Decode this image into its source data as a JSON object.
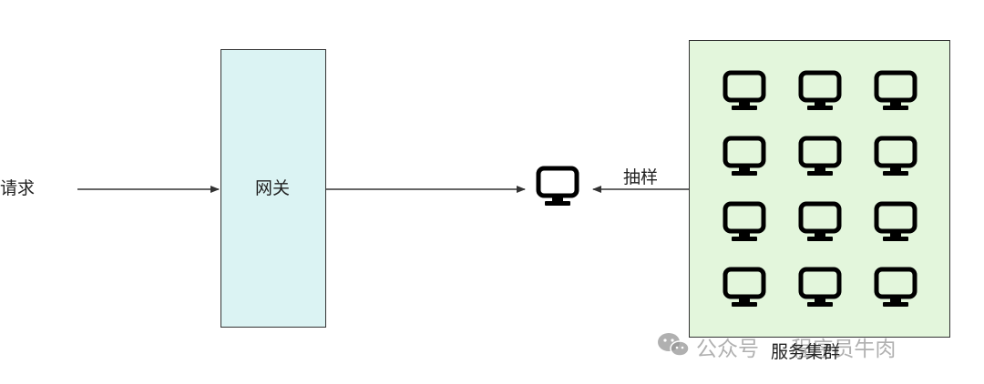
{
  "diagram": {
    "request_label": "请求",
    "gateway_label": "网关",
    "sampling_label": "抽样",
    "cluster_label": "服务集群",
    "cluster_rows": 4,
    "cluster_cols": 3,
    "monitor_icon": "monitor-icon"
  },
  "watermark": {
    "icon": "wechat-icon",
    "source": "公众号",
    "separator": "·",
    "author": "程序员牛肉"
  },
  "colors": {
    "gateway_fill": "#dbf3f3",
    "cluster_fill": "#e3f6dc",
    "stroke": "#333333"
  }
}
